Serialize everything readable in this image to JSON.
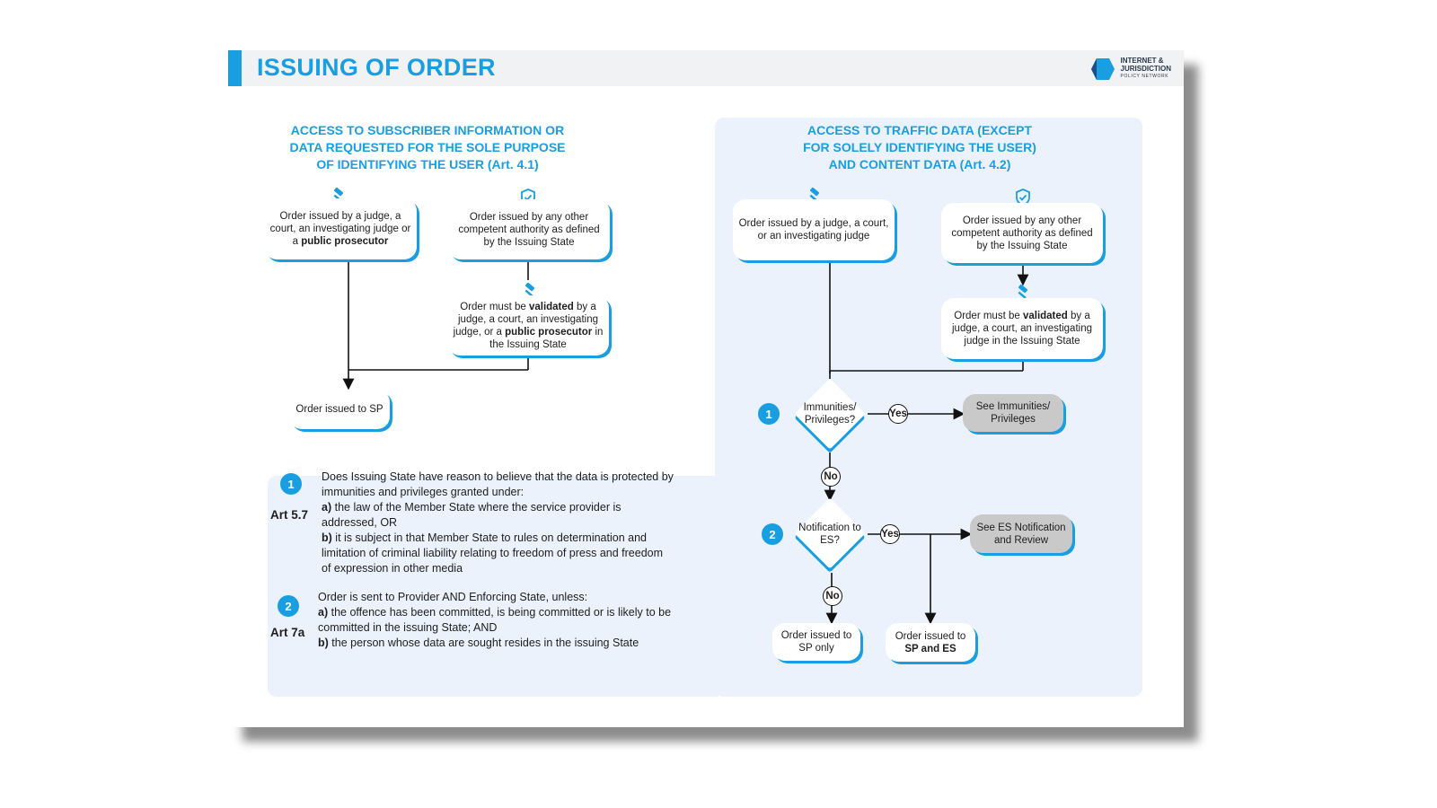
{
  "header": {
    "title": "ISSUING OF ORDER"
  },
  "logo": {
    "line1": "INTERNET &",
    "line2": "JURISDICTION",
    "line3": "POLICY NETWORK"
  },
  "left_section": {
    "title_lines": [
      "ACCESS TO SUBSCRIBER INFORMATION OR",
      "DATA REQUESTED FOR THE SOLE PURPOSE",
      "OF IDENTIFYING THE USER (Art. 4.1)"
    ],
    "box_judge": {
      "text": "Order issued by a judge, a court, an investigating judge or a ",
      "bold": "public prosecutor"
    },
    "box_other": {
      "text": "Order issued by any other competent authority as defined by the Issuing State"
    },
    "box_validated": {
      "pre": "Order must be ",
      "bold1": "validated",
      "mid": " by a judge, a court, an investigating judge, or a ",
      "bold2": "public prosecutor",
      "post": " in the Issuing State"
    },
    "box_result": {
      "text": "Order issued to SP"
    }
  },
  "right_section": {
    "title_lines": [
      "ACCESS TO TRAFFIC DATA (EXCEPT",
      "FOR SOLELY IDENTIFYING THE USER)",
      "AND CONTENT DATA (Art. 4.2)"
    ],
    "box_judge": {
      "text": "Order issued by a judge, a court, or an investigating judge"
    },
    "box_other": {
      "text": "Order issued by any other competent authority as defined by the Issuing State"
    },
    "box_validated": {
      "pre": "Order must be ",
      "bold1": "validated",
      "post": " by a judge, a court, an investigating judge in the Issuing State"
    },
    "decision1": {
      "number": "1",
      "label": "Immunities/ Privileges?"
    },
    "decision2": {
      "number": "2",
      "label": "Notification to ES?"
    },
    "yes_label": "Yes",
    "no_label": "No",
    "box_immunities": {
      "text": "See Immunities/ Privileges"
    },
    "box_es_review": {
      "text": "See ES Notification and Review"
    },
    "box_sp_only": {
      "text": "Order issued to SP only"
    },
    "box_sp_es": {
      "pre": "Order issued to ",
      "bold": "SP and ES"
    }
  },
  "notes": [
    {
      "number": "1",
      "article": "Art 5.7",
      "lines": [
        {
          "bold": "",
          "text": "Does Issuing State have reason to believe that the data is protected by"
        },
        {
          "bold": "",
          "text": "immunities and privileges granted under:"
        },
        {
          "bold": "a)",
          "text": " the law of the Member State where the service provider is"
        },
        {
          "bold": "",
          "text": "addressed, OR"
        },
        {
          "bold": "b)",
          "text": " it is subject in that Member State to rules on determination and"
        },
        {
          "bold": "",
          "text": "limitation of criminal liability relating to freedom of press and freedom"
        },
        {
          "bold": "",
          "text": "of expression in other media"
        }
      ]
    },
    {
      "number": "2",
      "article": "Art 7a",
      "lines": [
        {
          "bold": "",
          "text": "Order is sent to Provider AND Enforcing State, unless:"
        },
        {
          "bold": "a)",
          "text": " the offence has been committed, is being committed or is likely to be"
        },
        {
          "bold": "",
          "text": "committed in the issuing State; AND"
        },
        {
          "bold": "b)",
          "text": " the person whose data are sought resides in the issuing State"
        }
      ]
    }
  ],
  "colors": {
    "accent": "#1a9ee2",
    "panel": "#ebf2fc",
    "gray_box": "#c9c9c9"
  },
  "icons": [
    "gavel-icon",
    "shield-check-icon"
  ]
}
